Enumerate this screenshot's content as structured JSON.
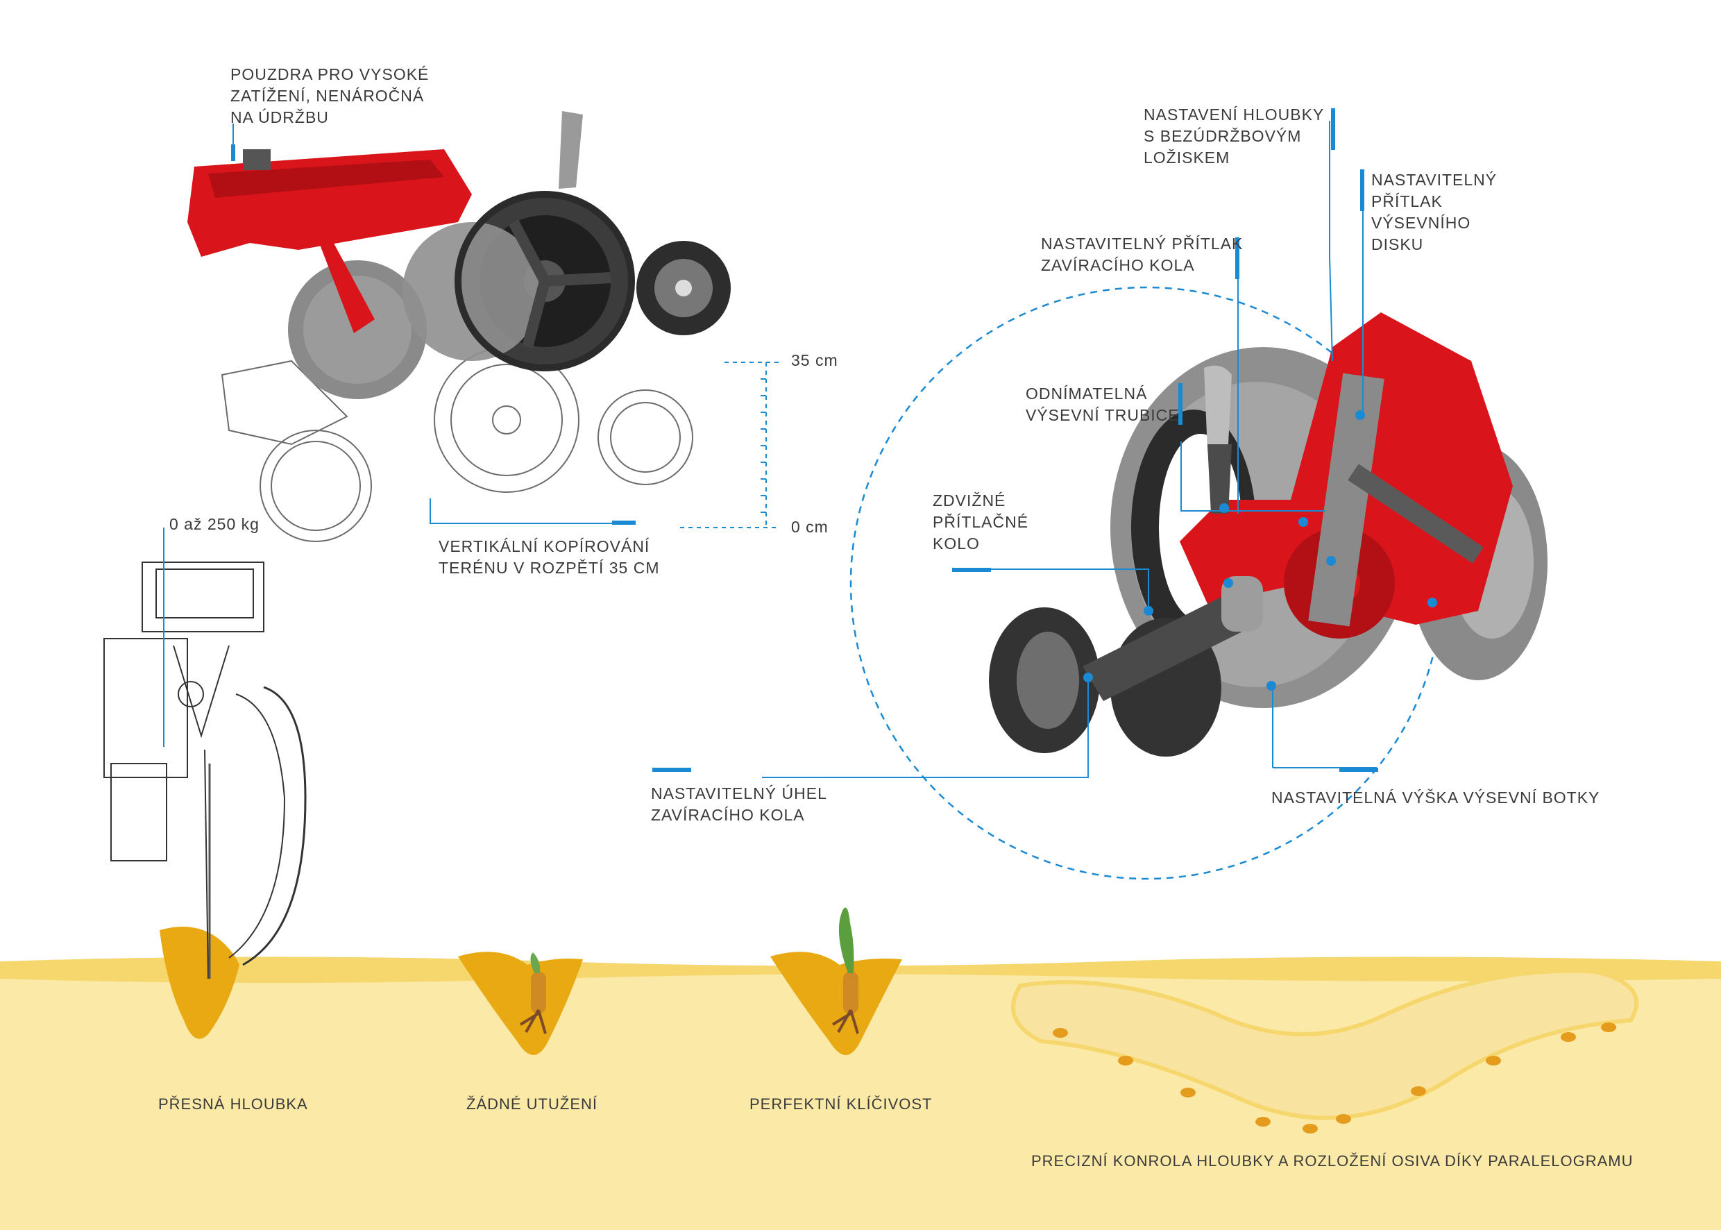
{
  "colors": {
    "accent_blue": "#1a8ad4",
    "machine_red": "#d9151b",
    "soil_light": "#fbe9a8",
    "soil_band": "#f6d76e",
    "soil_dark": "#e9a913"
  },
  "top_left": {
    "bushings_label": "POUZDRA PRO VYSOKÉ\nZATÍŽENÍ, NENÁROČNÁ\nNA ÚDRŽBU",
    "scale_top": "35 cm",
    "scale_bottom": "0 cm",
    "terrain_label": "VERTIKÁLNÍ KOPÍROVÁNÍ\nTERÉNU V ROZPĚTÍ 35 CM",
    "pressure_range": "0 až 250 kg"
  },
  "detail": {
    "depth_adjust": "NASTAVENÍ HLOUBKY\nS BEZÚDRŽBOVÝM\nLOŽISKEM",
    "disc_pressure": "NASTAVITELNÝ\nPŘÍTLAK\nVÝSEVNÍHO\nDISKU",
    "closing_pressure": "NASTAVITELNÝ PŘÍTLAK\nZAVÍRACÍHO KOLA",
    "seed_tube": "ODNÍMATELNÁ\nVÝSEVNÍ TRUBICE",
    "lift_press_wheel": "ZDVIŽNÉ\nPŘÍTLAČNÉ\nKOLO",
    "closing_angle": "NASTAVITELNÝ ÚHEL\nZAVÍRACÍHO KOLA",
    "boot_height": "NASTAVITELNÁ VÝŠKA VÝSEVNÍ BOTKY"
  },
  "soil": {
    "items": [
      "PŘESNÁ HLOUBKA",
      "ŽÁDNÉ UTUŽENÍ",
      "PERFEKTNÍ KLÍČIVOST"
    ],
    "parallelogram_caption": "PRECIZNÍ KONROLA HLOUBKY A ROZLOŽENÍ OSIVA DÍKY PARALELOGRAMU"
  }
}
